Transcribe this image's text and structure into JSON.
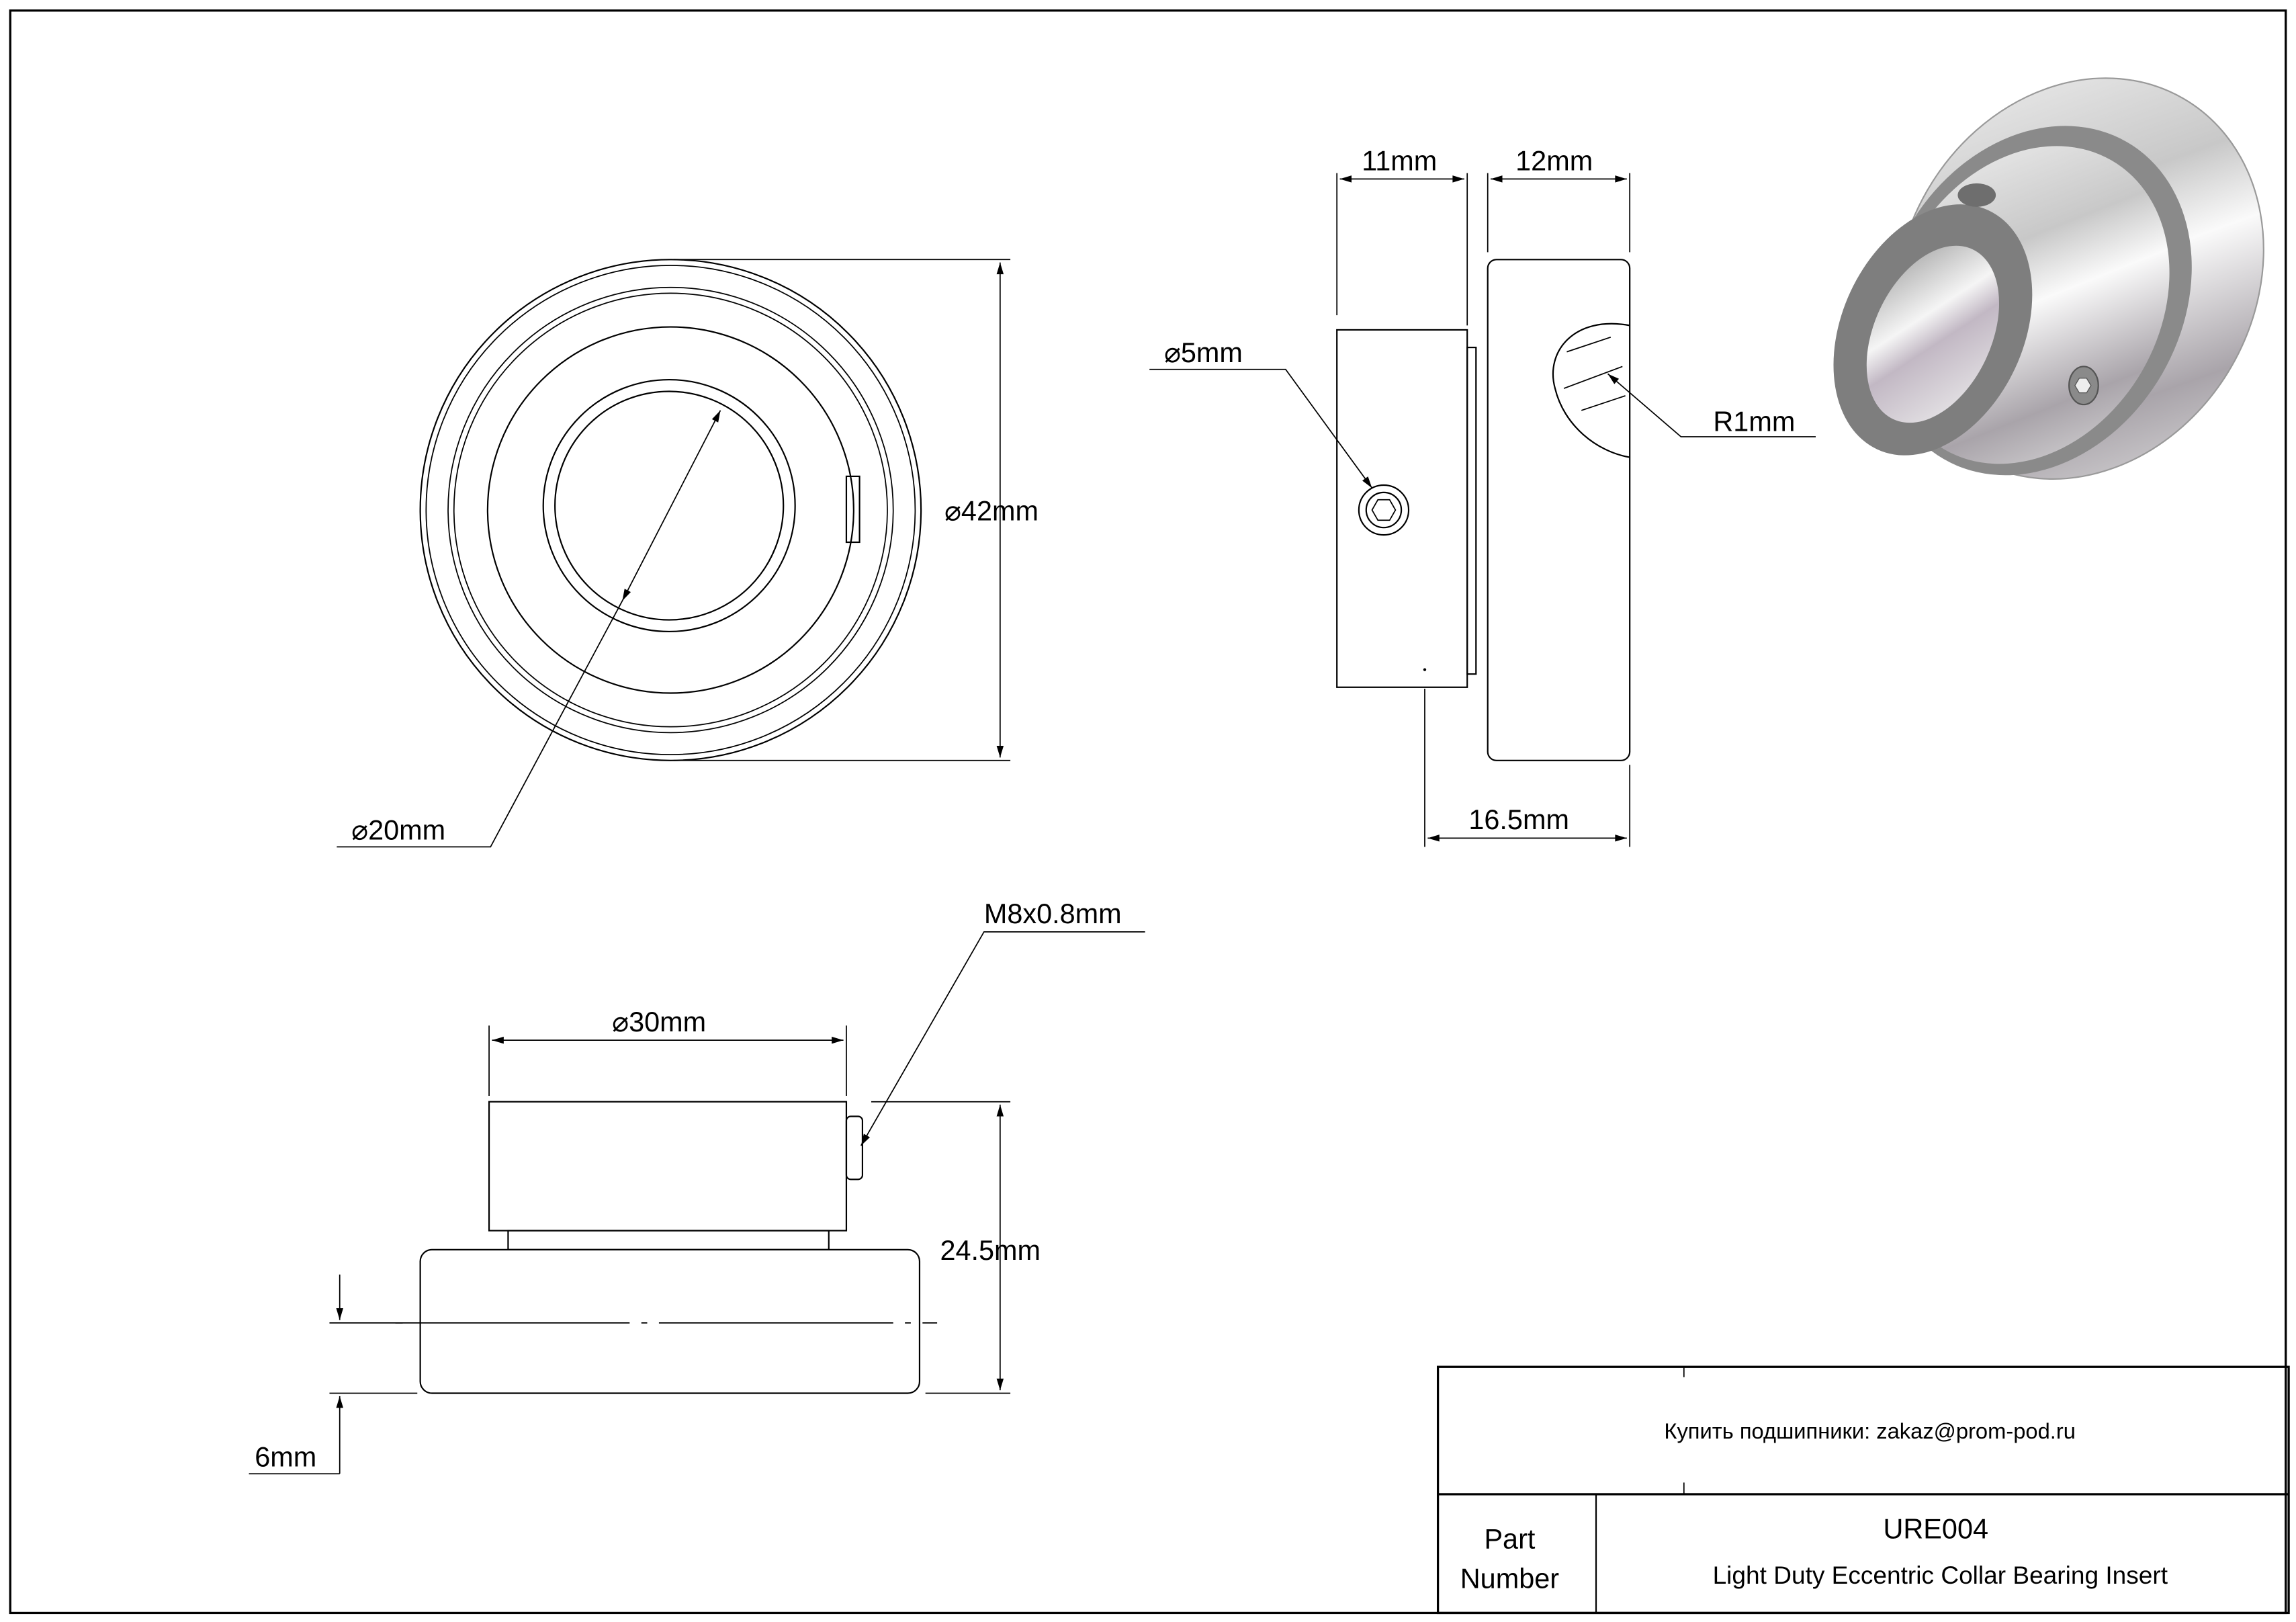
{
  "dimensions": {
    "outer_diameter": "⌀42mm",
    "bore_diameter": "⌀20mm",
    "collar_width": "11mm",
    "ring_width": "12mm",
    "overall_offset": "16.5mm",
    "screw_hole": "⌀5mm",
    "radius": "R1mm",
    "thread": "M8x0.8mm",
    "collar_diameter": "⌀30mm",
    "total_width": "24.5mm",
    "center_offset": "6mm"
  },
  "title_block": {
    "contact": "Купить подшипники: zakaz@prom-pod.ru",
    "part_label_line1": "Part",
    "part_label_line2": "Number",
    "part_number": "URE004",
    "description": "Light Duty Eccentric Collar Bearing Insert"
  },
  "colors": {
    "line": "#000000",
    "metal_dark": "#7a7a7a",
    "metal_light": "#f2f2f2"
  }
}
